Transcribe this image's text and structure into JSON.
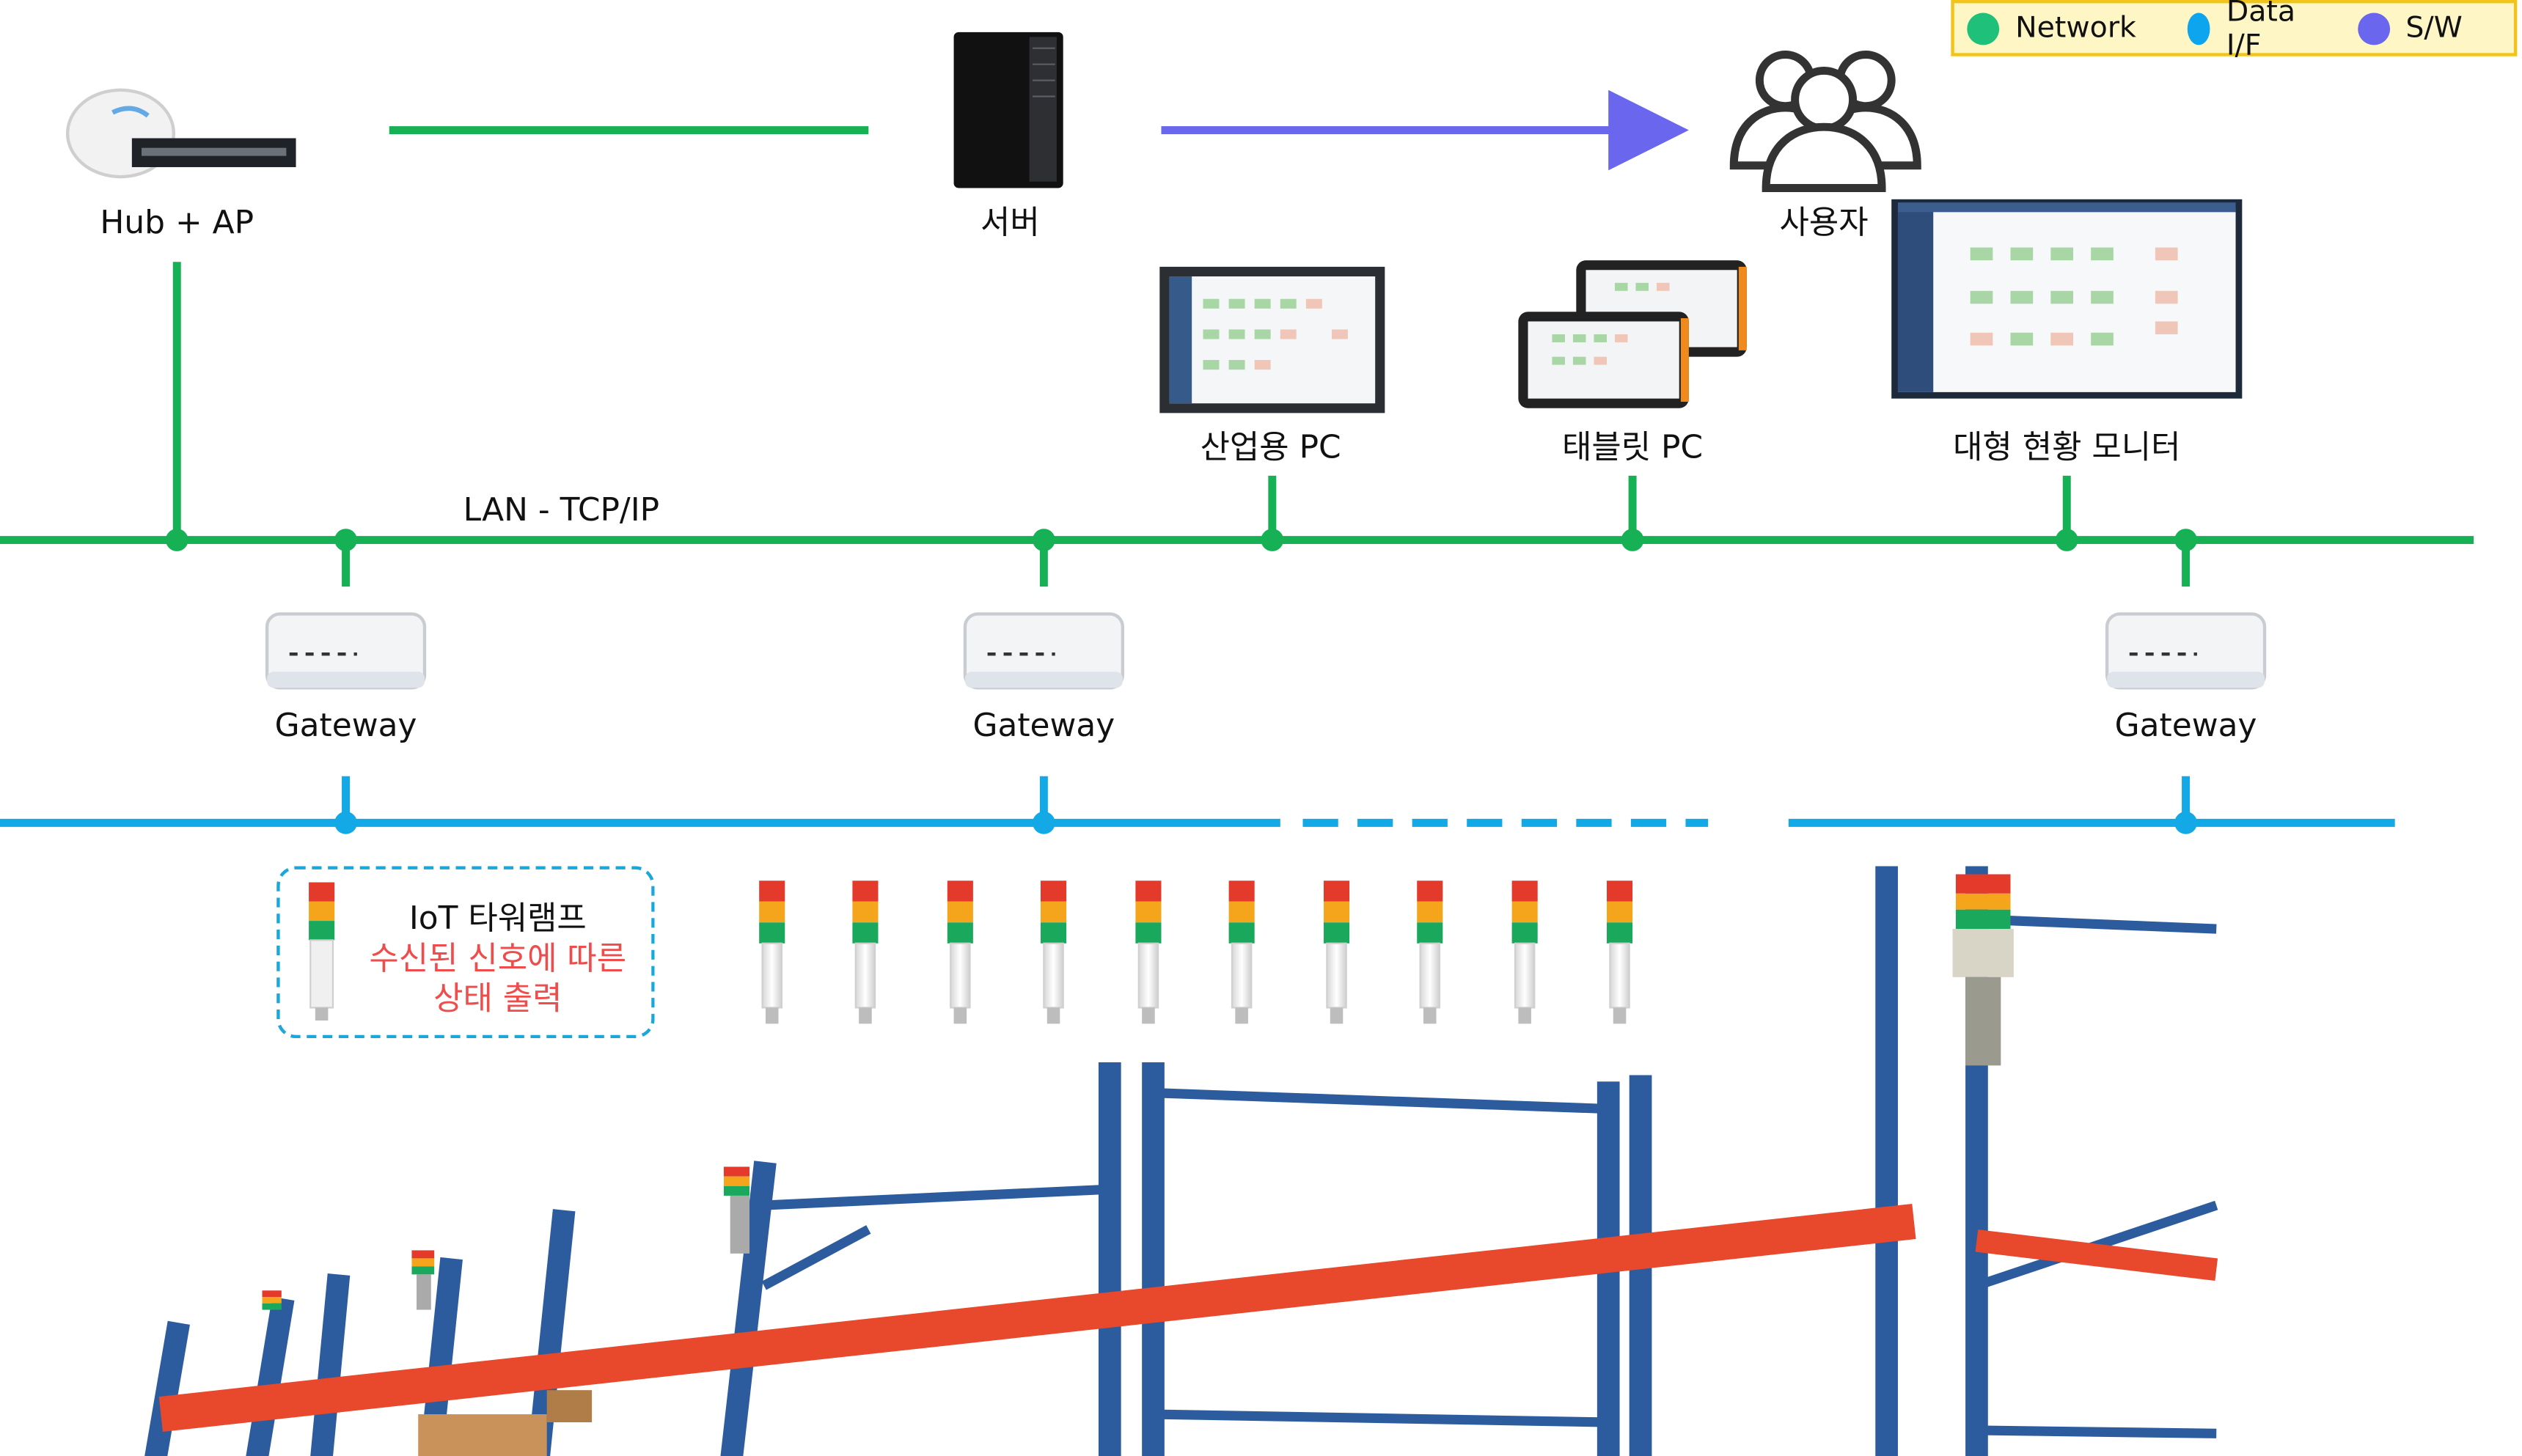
{
  "legend": {
    "items": [
      {
        "label": "Network",
        "color": "#1ec07a"
      },
      {
        "label": "Data I/F",
        "color": "#0ea5ef"
      },
      {
        "label": "S/W",
        "color": "#6a66ee"
      }
    ]
  },
  "nodes": {
    "hub_ap": "Hub + AP",
    "server": "서버",
    "user": "사용자",
    "industrial_pc": "산업용 PC",
    "tablet_pc": "태블릿 PC",
    "large_monitor": "대형 현황 모니터",
    "lan": "LAN - TCP/IP",
    "gateway_1": "Gateway",
    "gateway_2": "Gateway",
    "gateway_3": "Gateway"
  },
  "note": {
    "title": "IoT 타워램프",
    "line1": "수신된 신호에 따른",
    "line2": "상태 출력"
  },
  "colors": {
    "network": "#17b155",
    "data_if": "#13a8e6",
    "software": "#6a66ee",
    "rack_blue": "#2d5c9e",
    "rack_orange": "#e8482c"
  }
}
